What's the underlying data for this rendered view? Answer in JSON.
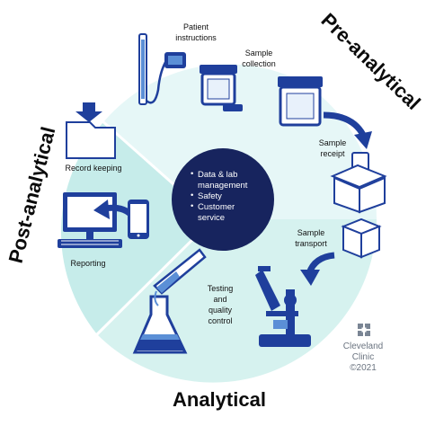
{
  "phases": {
    "pre_analytical": "Pre-analytical",
    "analytical": "Analytical",
    "post_analytical": "Post-analytical"
  },
  "center": {
    "items": [
      "Data & lab",
      "management",
      "Safety",
      "Customer",
      "service"
    ]
  },
  "steps": {
    "patient_instructions": [
      "Patient",
      "instructions"
    ],
    "sample_collection": [
      "Sample",
      "collection"
    ],
    "sample_receipt": [
      "Sample",
      "receipt"
    ],
    "sample_transport": [
      "Sample",
      "transport"
    ],
    "testing": [
      "Testing",
      "and",
      "quality",
      "control"
    ],
    "reporting": "Reporting",
    "record_keeping": "Record keeping"
  },
  "logo": {
    "line1": "Cleveland",
    "line2": "Clinic",
    "line3": "©2021"
  },
  "colors": {
    "pre_sector": "#e6f7f7",
    "analytical_sector": "#d9f3f1",
    "post_sector": "#c9eeec",
    "navy": "#1a2a6c",
    "icon_blue": "#1f3f9c",
    "light_blue": "#5b8fd6",
    "center_fill": "#17245e"
  }
}
